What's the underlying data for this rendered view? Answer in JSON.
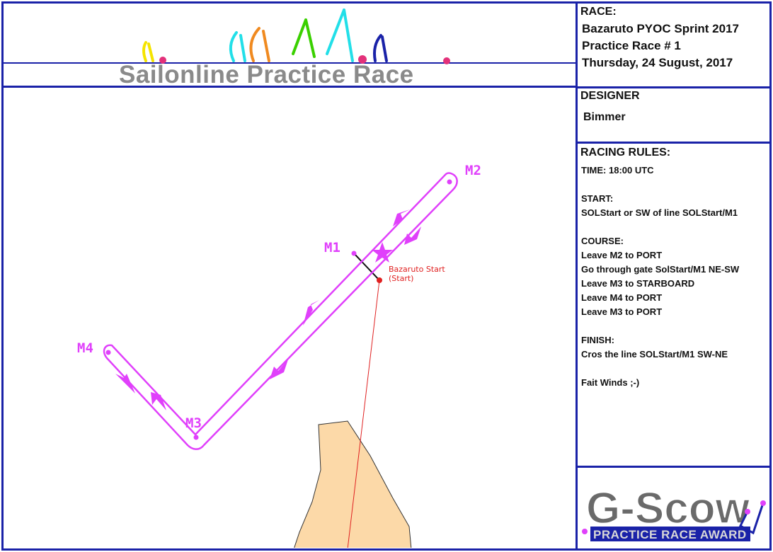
{
  "banner": {
    "title": "Sailonline Practice Race"
  },
  "race": {
    "heading": "RACE:",
    "lines": [
      "Bazaruto PYOC Sprint 2017",
      "Practice Race # 1",
      "Thursday, 24 Sugust, 2017"
    ]
  },
  "designer": {
    "heading": "DESIGNER",
    "name": "Bimmer"
  },
  "rules": {
    "heading": "RACING RULES:",
    "time": "TIME: 18:00 UTC",
    "start_heading": "START:",
    "start_text": "SOLStart or SW of line SOLStart/M1",
    "course_heading": "COURSE:",
    "course_items": [
      "Leave M2 to PORT",
      "Go through gate SolStart/M1 NE-SW",
      "Leave M3 to STARBOARD",
      "Leave M4 to PORT",
      "Leave M3 to PORT"
    ],
    "finish_heading": "FINISH:",
    "finish_text": "Cros the line SOLStart/M1 SW-NE",
    "closing": "Fait Winds ;-)"
  },
  "map": {
    "marks": [
      "M1",
      "M2",
      "M3",
      "M4"
    ],
    "start_label": "Bazaruto Start",
    "start_sublabel": "(Start)",
    "colors": {
      "course": "#e040fb",
      "land": "#fcd9a8",
      "start_line": "#e02020",
      "frame": "#1a22a8"
    }
  },
  "award": {
    "title": "G-Scow",
    "subtitle": "PRACTICE RACE AWARD"
  }
}
